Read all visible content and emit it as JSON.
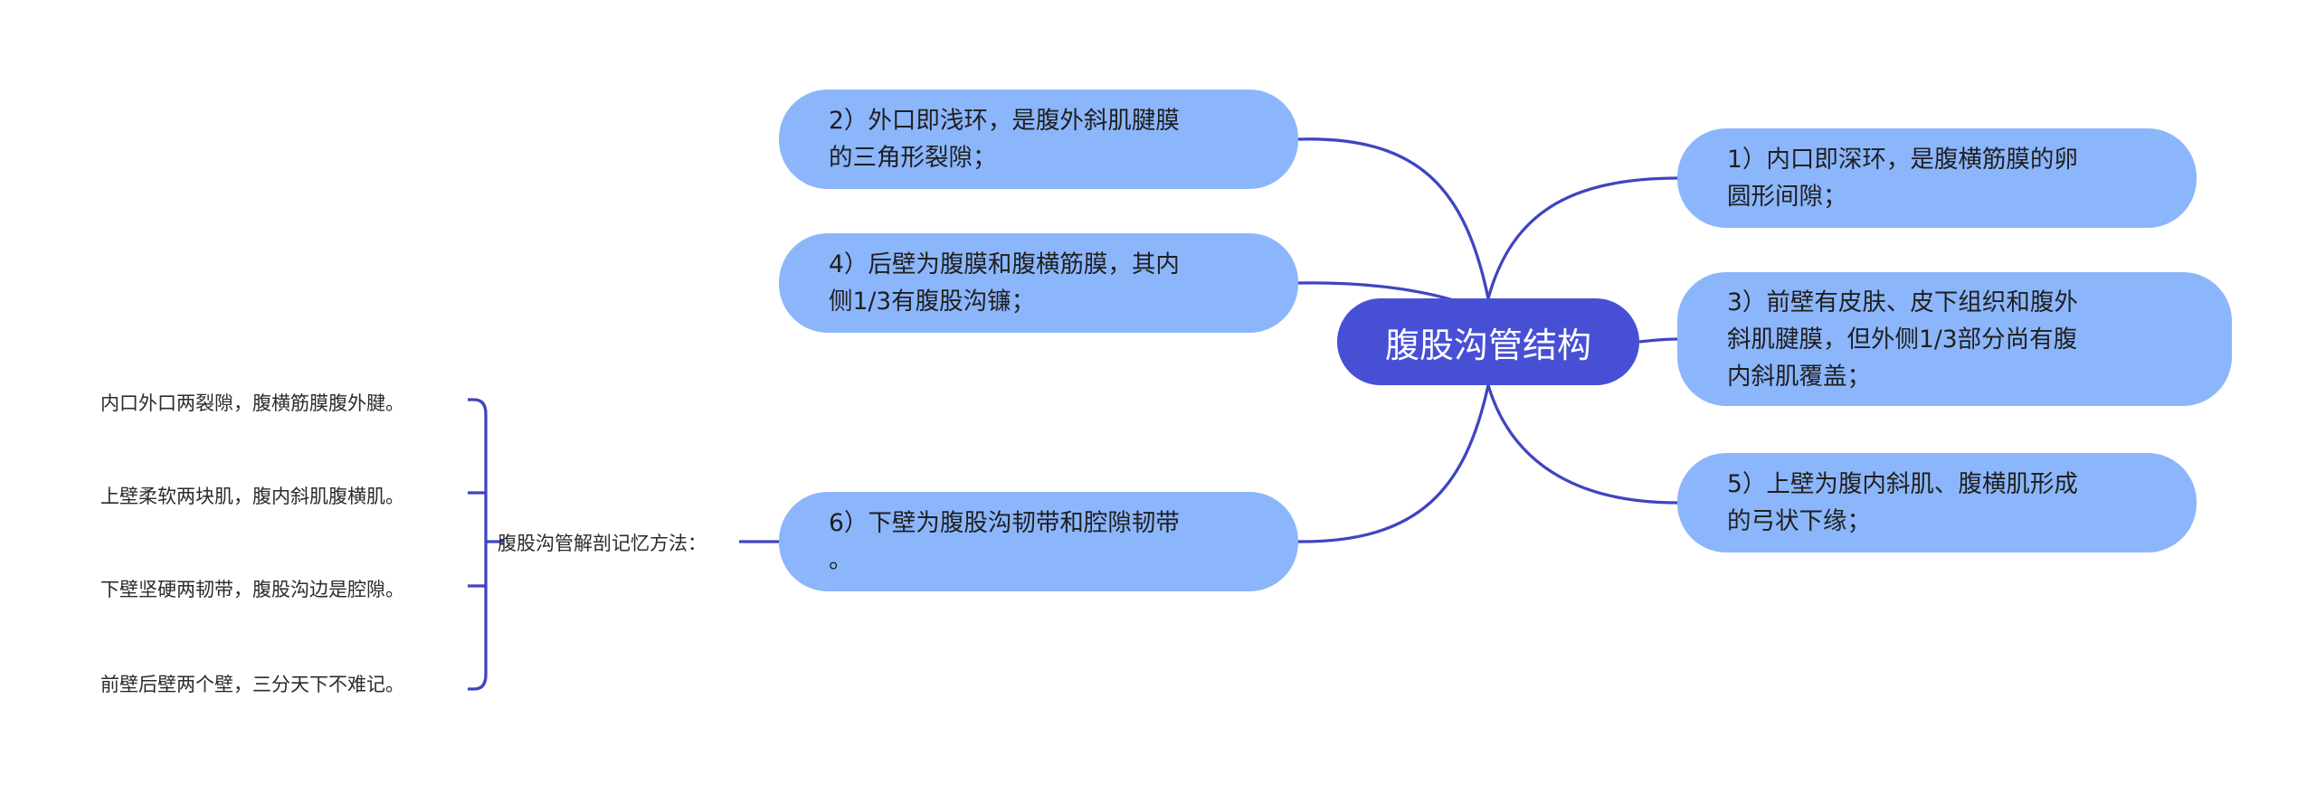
{
  "colors": {
    "central_fill": "#4750d5",
    "central_text": "#ffffff",
    "topic_fill": "#8cb6fb",
    "connector": "#3f45c0",
    "text": "#1f1f1f",
    "background": "#ffffff"
  },
  "central": {
    "title": "腹股沟管结构"
  },
  "topics": {
    "item_2": {
      "line1": "2）外口即浅环，是腹外斜肌腱膜",
      "line2": "的三角形裂隙；"
    },
    "item_4": {
      "line1": "4）后壁为腹膜和腹横筋膜，其内",
      "line2": "侧1/3有腹股沟镰；"
    },
    "item_6": {
      "line1": "6）下壁为腹股沟韧带和腔隙韧带",
      "line2": "。"
    },
    "item_1": {
      "line1": "1）内口即深环，是腹横筋膜的卵",
      "line2": "圆形间隙；"
    },
    "item_3": {
      "line1": "3）前壁有皮肤、皮下组织和腹外",
      "line2": "斜肌腱膜，但外侧1/3部分尚有腹",
      "line3": "内斜肌覆盖；"
    },
    "item_5": {
      "line1": "5）上壁为腹内斜肌、腹横肌形成",
      "line2": "的弓状下缘；"
    }
  },
  "mnemonic": {
    "title": "腹股沟管解剖记忆方法：",
    "lines": [
      "内口外口两裂隙，腹横筋膜腹外腱。",
      "上壁柔软两块肌，腹内斜肌腹横肌。",
      "下壁坚硬两韧带，腹股沟边是腔隙。",
      "前壁后壁两个壁，三分天下不难记。"
    ]
  }
}
